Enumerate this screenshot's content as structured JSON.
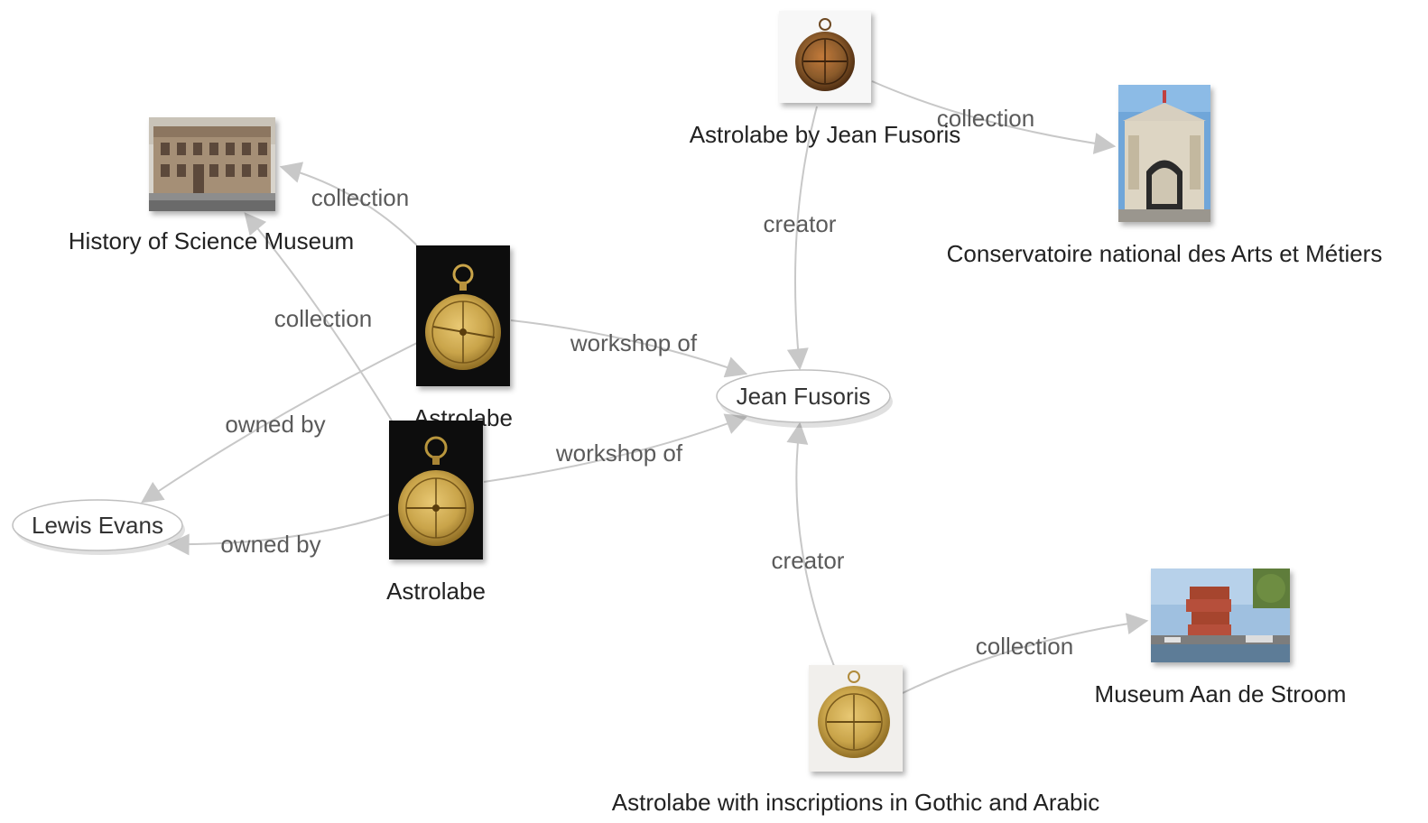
{
  "nodes": {
    "hsm": {
      "label": "History of Science Museum",
      "icon": "building-photo-icon"
    },
    "astro1": {
      "label": "Astrolabe",
      "icon": "astrolabe-photo-icon"
    },
    "astro2": {
      "label": "Astrolabe",
      "icon": "astrolabe-photo-icon"
    },
    "lewis": {
      "label": "Lewis Evans"
    },
    "fusoris_astro": {
      "label": "Astrolabe by Jean Fusoris",
      "icon": "astrolabe-photo-icon"
    },
    "cnam": {
      "label": "Conservatoire national des Arts et Métiers",
      "icon": "building-photo-icon"
    },
    "jean": {
      "label": "Jean Fusoris"
    },
    "gothic_astro": {
      "label": "Astrolabe with inscriptions in Gothic and Arabic",
      "icon": "astrolabe-photo-icon"
    },
    "mas": {
      "label": "Museum Aan de Stroom",
      "icon": "building-photo-icon"
    }
  },
  "edges": {
    "astro1_hsm": "collection",
    "astro2_hsm": "collection",
    "astro1_lewis": "owned by",
    "astro2_lewis": "owned by",
    "astro1_jean": "workshop of",
    "astro2_jean": "workshop of",
    "fusoris_cnam": "collection",
    "fusoris_jean": "creator",
    "gothic_jean": "creator",
    "gothic_mas": "collection"
  },
  "colors": {
    "edge": "#c8c8c8",
    "edge_label": "#5a5a5a",
    "gold": "#c9a44a",
    "bronze": "#8a5a2b",
    "black_bg": "#0a0a0a"
  }
}
